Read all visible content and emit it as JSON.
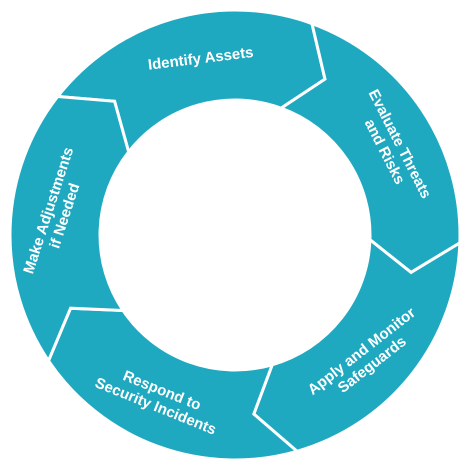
{
  "diagram": {
    "fill_color": "#1FA9C0",
    "background_color": "#FFFFFF",
    "steps": [
      {
        "id": "identify",
        "lines": [
          "Identify Assets"
        ]
      },
      {
        "id": "evaluate",
        "lines": [
          "Evaluate Threats",
          "and Risks"
        ]
      },
      {
        "id": "apply",
        "lines": [
          "Apply and Monitor",
          "Safeguards"
        ]
      },
      {
        "id": "respond",
        "lines": [
          "Respond to",
          "Security Incidents"
        ]
      },
      {
        "id": "adjust",
        "lines": [
          "Make Adjustments",
          "if Needed"
        ]
      }
    ]
  }
}
